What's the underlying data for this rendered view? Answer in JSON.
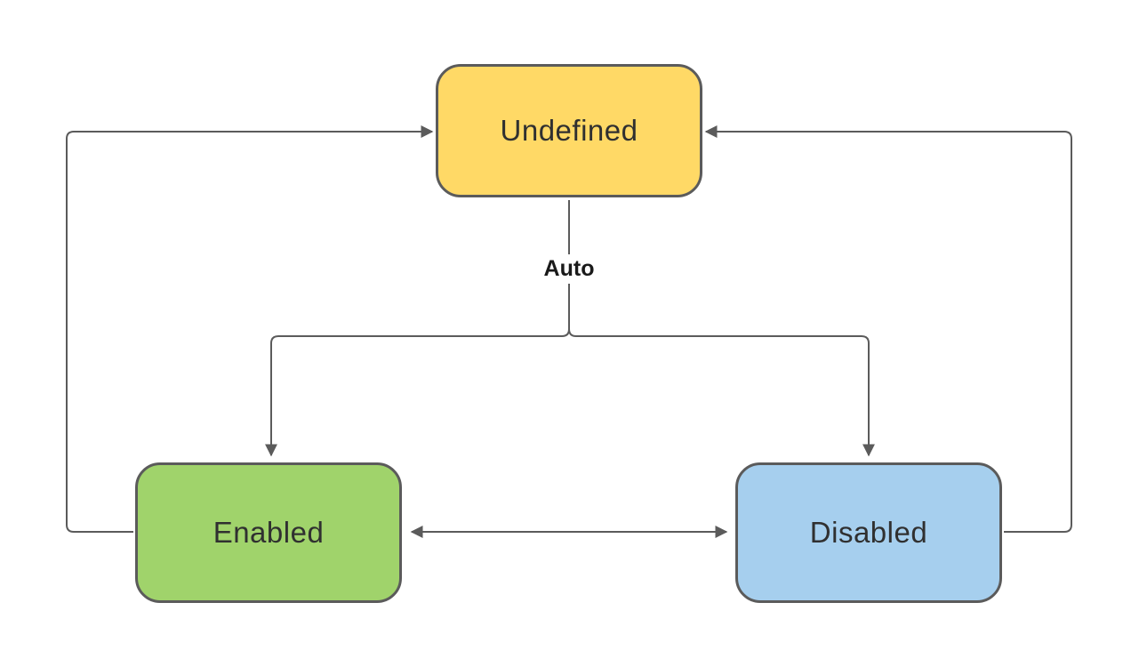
{
  "diagram": {
    "type": "state-diagram",
    "auto_label": "Auto",
    "stroke_color": "#5B5B5B",
    "text_color": "#303030",
    "nodes": [
      {
        "id": "undefined",
        "label": "Undefined",
        "fill": "#FFD966"
      },
      {
        "id": "enabled",
        "label": "Enabled",
        "fill": "#A0D36B"
      },
      {
        "id": "disabled",
        "label": "Disabled",
        "fill": "#A6CFEE"
      }
    ],
    "edges": [
      {
        "from": "undefined",
        "to": "enabled",
        "label": "Auto"
      },
      {
        "from": "undefined",
        "to": "disabled",
        "label": "Auto"
      },
      {
        "from": "enabled",
        "to": "undefined"
      },
      {
        "from": "disabled",
        "to": "undefined"
      },
      {
        "from": "enabled",
        "to": "disabled",
        "bidirectional": true
      }
    ]
  }
}
